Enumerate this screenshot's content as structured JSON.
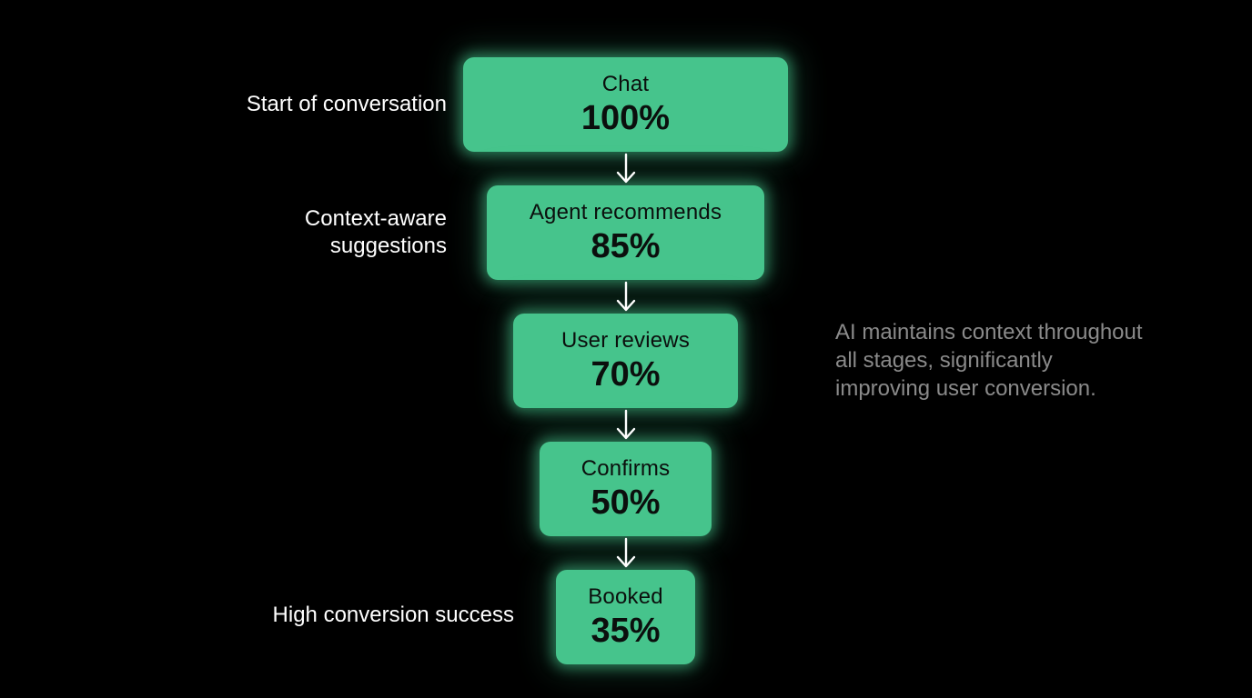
{
  "stages": [
    {
      "label": "Chat",
      "value": "100%"
    },
    {
      "label": "Agent recommends",
      "value": "85%"
    },
    {
      "label": "User reviews",
      "value": "70%"
    },
    {
      "label": "Confirms",
      "value": "50%"
    },
    {
      "label": "Booked",
      "value": "35%"
    }
  ],
  "notes": {
    "start": "Start of conversation",
    "context_line1": "Context-aware",
    "context_line2": "suggestions",
    "success": "High conversion success"
  },
  "side_note": {
    "line1": "AI maintains context throughout",
    "line2": "all stages, significantly",
    "line3": "improving user conversion."
  },
  "colors": {
    "background": "#000000",
    "stage_fill": "#46c48c",
    "stage_text": "#0b0f0d",
    "arrow": "#ffffff",
    "note_text": "#ffffff",
    "side_note_text": "#8a8a8a"
  }
}
